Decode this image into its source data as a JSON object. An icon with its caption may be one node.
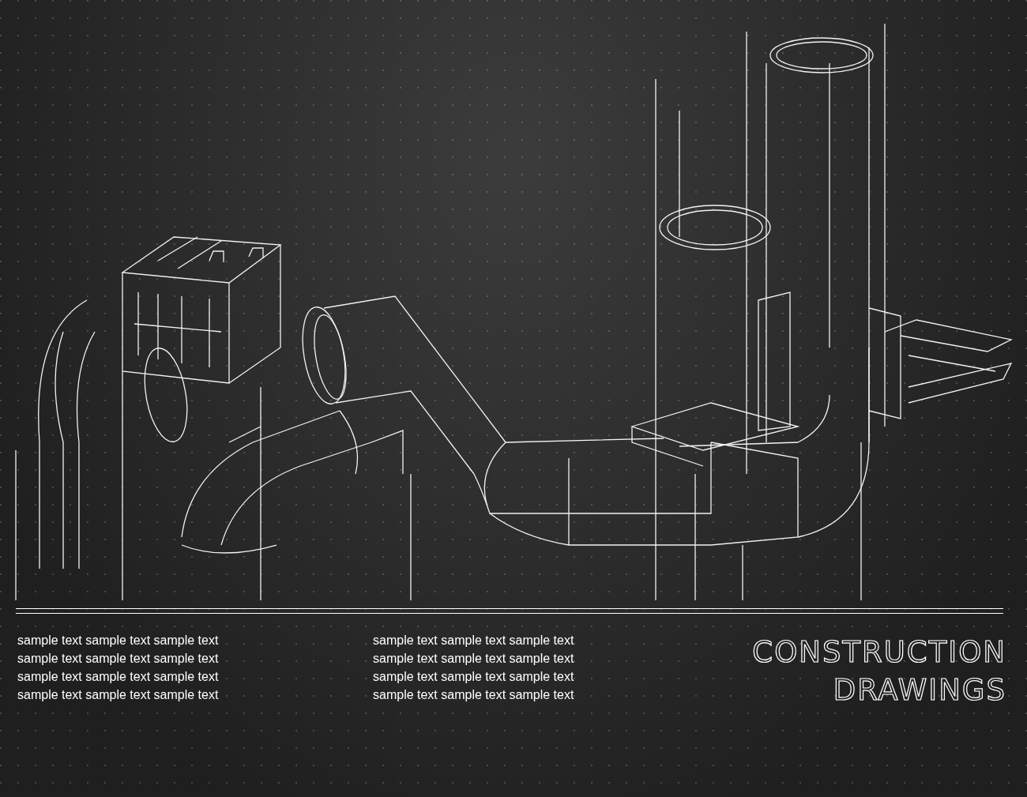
{
  "diagram": {
    "title": "CONSTRUCTION DRAWINGS",
    "labels": [
      "sample text sample text sample text",
      "sample text sample text sample text",
      "sample text sample text sample text",
      "sample text sample text sample text",
      "sample text sample text sample text",
      "sample text sample text sample text",
      "sample text sample text sample text",
      "sample text sample text sample text"
    ]
  }
}
